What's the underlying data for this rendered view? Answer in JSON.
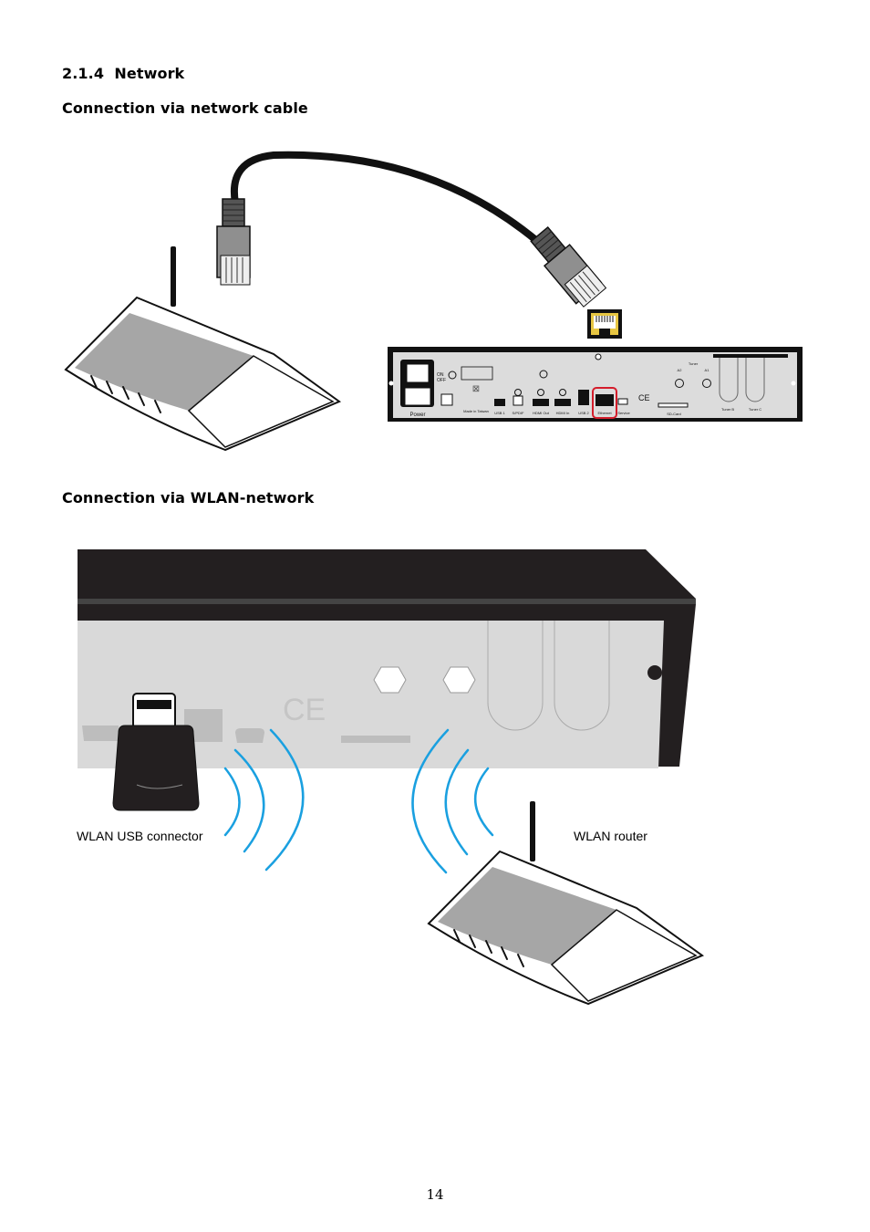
{
  "section": {
    "number": "2.1.4",
    "title": "Network"
  },
  "cable_heading": "Connection via network cable",
  "wlan_heading": "Connection via WLAN-network",
  "receiver_panel": {
    "power": "Power",
    "on": "ON",
    "off": "OFF",
    "made_in": "Made in Taiwan",
    "usb1": "USB 1",
    "spdif": "S/PDIF",
    "hdmi_out": "HDMI Out",
    "hdmi_in": "HDMI In",
    "usb2": "USB 2",
    "ethernet": "Ethernet",
    "service": "Service",
    "sd": "SD-Card",
    "tuner": "Tuner",
    "a2": "A2",
    "a1": "A1",
    "tuner_b": "Tuner B",
    "tuner_c": "Tuner C"
  },
  "captions": {
    "usb_connector": "WLAN USB connector",
    "router": "WLAN router"
  },
  "page_number": "14"
}
